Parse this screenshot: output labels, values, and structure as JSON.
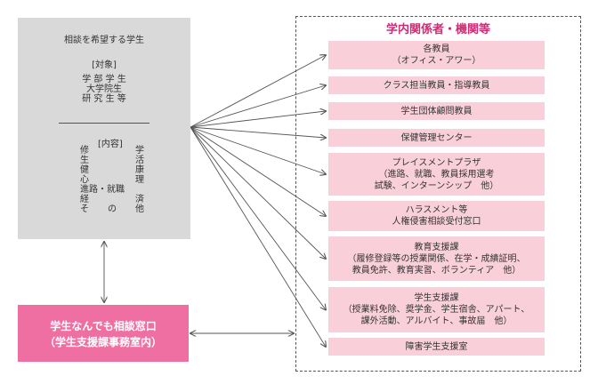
{
  "left_box": {
    "title": "相談を希望する学生",
    "target_header": "[対象]",
    "targets": [
      "学 部 学 生",
      "大学院生",
      "研 究 生 等"
    ],
    "content_header": "[内容]",
    "contents": [
      [
        "修",
        "",
        "学"
      ],
      [
        "生",
        "",
        "活"
      ],
      [
        "健",
        "",
        "康"
      ],
      [
        "心",
        "",
        "理"
      ],
      [
        "進路・就職"
      ],
      [
        "経",
        "",
        "済"
      ],
      [
        "そ",
        "の",
        "他"
      ]
    ]
  },
  "consult_box": {
    "line1": "学生なんでも相談窓口",
    "line2": "（学生支援課事務室内）"
  },
  "right_frame": {
    "title": "学内関係者・機関等",
    "organizations": [
      {
        "lines": [
          "各教員",
          "（オフィス・アワー）"
        ]
      },
      {
        "lines": [
          "クラス担当教員・指導教員"
        ]
      },
      {
        "lines": [
          "学生団体顧問教員"
        ]
      },
      {
        "lines": [
          "保健管理センター"
        ]
      },
      {
        "lines": [
          "プレイスメントプラザ",
          "（進路、就職、教員採用選考",
          "試験、インターンシップ　他）"
        ]
      },
      {
        "lines": [
          "ハラスメント等",
          "人権侵害相談受付窓口"
        ]
      },
      {
        "lines": [
          "教育支援課",
          "（履修登録等の授業関係、在学・成績証明、",
          "教員免許、教育実習、ボランティア　他）"
        ]
      },
      {
        "lines": [
          "学生支援課",
          "（授業料免除、奨学金、学生宿舎、アパート、",
          "課外活動、アルバイト、事故届　他）"
        ]
      },
      {
        "lines": [
          "障害学生支援室"
        ]
      }
    ]
  },
  "colors": {
    "grey_box": "#d9d9d9",
    "consult_pink": "#ef6fa2",
    "org_pink": "#f9d0da",
    "title_magenta": "#cc2e74",
    "arrow": "#555555"
  }
}
